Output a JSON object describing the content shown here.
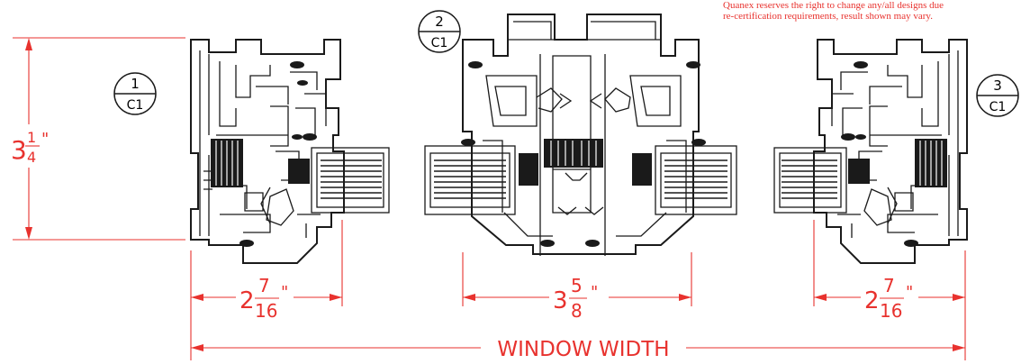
{
  "notice": {
    "line1": "Quanex reserves the right to change any/all designs due",
    "line2": "re-certification requirements, result shown may vary."
  },
  "callouts": [
    {
      "number": "1",
      "sheet": "C1"
    },
    {
      "number": "2",
      "sheet": "C1"
    },
    {
      "number": "3",
      "sheet": "C1"
    }
  ],
  "dimensions": {
    "height": {
      "whole": "3",
      "num": "1",
      "den": "4",
      "unit": "\""
    },
    "left": {
      "whole": "2",
      "num": "7",
      "den": "16",
      "unit": "\""
    },
    "center": {
      "whole": "3",
      "num": "5",
      "den": "8",
      "unit": "\""
    },
    "right": {
      "whole": "2",
      "num": "7",
      "den": "16",
      "unit": "\""
    },
    "overall": "WINDOW WIDTH"
  },
  "colors": {
    "dimension": "#e8322e",
    "linework": "#1a1a1a"
  }
}
